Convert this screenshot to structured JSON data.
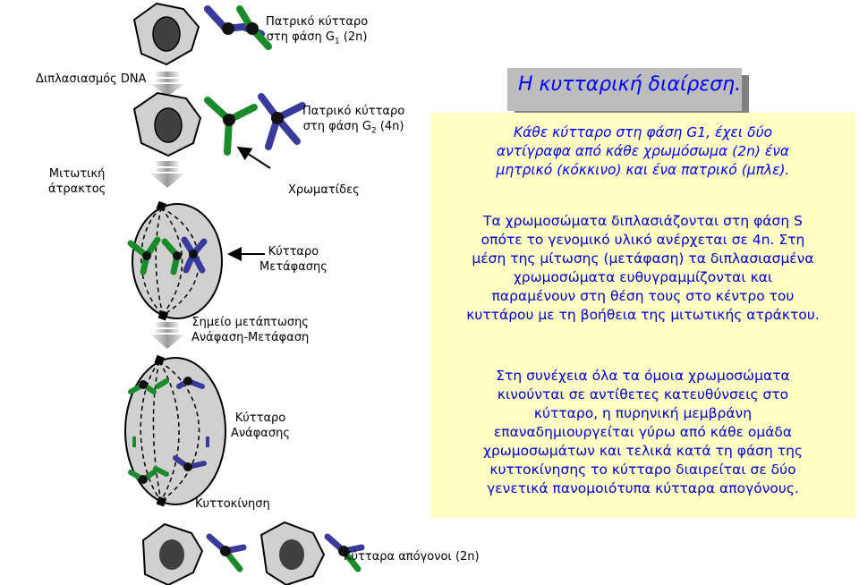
{
  "labels": {
    "parent_g1_line1": "Πατρικό κύτταρο",
    "parent_g1_line2": "στη φάση G",
    "parent_g1_sub": "1",
    "parent_g1_tail": " (2n)",
    "dna_dup": "Διπλασιασμός DNA",
    "parent_g2_line1": "Πατρικό κύτταρο",
    "parent_g2_line2": "στη φάση G",
    "parent_g2_sub": "2",
    "parent_g2_tail": " (4n)",
    "spindle_line1": "Μιτωτική",
    "spindle_line2": "άτρακτος",
    "chromatids": "Χρωματίδες",
    "metaphase_line1": "Κύτταρο",
    "metaphase_line2": "Μετάφασης",
    "checkpoint_line1": "Σημείο μετάπτωσης",
    "checkpoint_line2": "Ανάφαση-Μετάφαση",
    "anaphase_line1": "Κύτταρο",
    "anaphase_line2": "Ανάφασης",
    "cytokinesis": "Κυττοκίνηση",
    "daughters": "Κύτταρα απόγονοι (2n)"
  },
  "title": "Η κυτταρική διαίρεση.",
  "paragraph1": [
    "Κάθε κύτταρο στη φάση G1, έχει δύο",
    "αντίγραφα από κάθε χρωμόσωμα (2n) ένα",
    "μητρικό (κόκκινο) και ένα πατρικό (μπλε)."
  ],
  "paragraph2": [
    "Τα χρωμοσώματα διπλασιάζονται στη φάση S",
    "οπότε το γενομικό υλικό ανέρχεται σε 4n. Στη",
    "μέση της μίτωσης (μετάφαση) τα διπλασιασμένα",
    "χρωμοσώματα ευθυγραμμίζονται και",
    "παραμένουν στη θέση τους στο κέντρο του",
    "κυττάρου με τη βοήθεια της μιτωτικής ατράκτου."
  ],
  "paragraph3": [
    "Στη συνέχεια όλα τα όμοια χρωμοσώματα",
    "κινούνται σε αντίθετες κατευθύνσεις στο",
    "κύτταρο, η πυρηνική μεμβράνη",
    "επαναδημιουργείται γύρω από κάθε ομάδα",
    "χρωμοσωμάτων και τελικά κατά τη φάση της",
    "κυττοκίνησης το κύτταρο διαιρείται σε δύο",
    "γενετικά πανομοιότυπα κύτταρα απογόνους."
  ],
  "colors": {
    "green_chromosome": "#1a8a2a",
    "blue_chromosome": "#3a3a9a",
    "cell_fill": "#d0d0d0",
    "title_text": "#0000ff",
    "info_bg": "#ffffc4"
  }
}
